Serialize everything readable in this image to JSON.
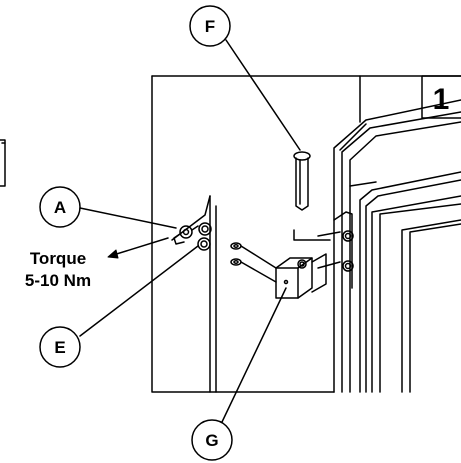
{
  "step_number": "1",
  "callouts": {
    "a": "A",
    "e": "E",
    "f": "F",
    "g": "G"
  },
  "torque": {
    "line1": "Torque",
    "line2": "5-10 Nm"
  },
  "colors": {
    "line": "#000000",
    "background": "#ffffff"
  }
}
